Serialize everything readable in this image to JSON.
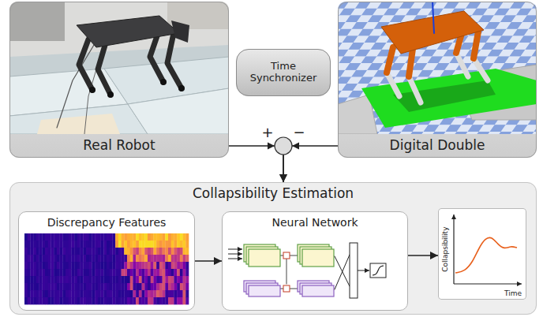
{
  "diagram": {
    "nodes": [
      {
        "text": [
          "Real Robot"
        ]
      },
      {
        "text": [
          "Time Synchronizer"
        ]
      },
      {
        "text": [
          "Digital Double"
        ]
      },
      {
        "text": [
          "Collapsibility Estimation"
        ]
      },
      {
        "text": [
          "Discrepancy Features"
        ],
        "in": 3
      },
      {
        "text": [
          "Neural Network"
        ],
        "in": 3
      },
      {
        "text": [
          "Collapsibility",
          "Time"
        ],
        "in": 3
      }
    ],
    "edges": [
      {
        "from": 0,
        "to": 3,
        "arrow": "to"
      },
      {
        "from": 2,
        "to": 3,
        "arrow": "to"
      },
      {
        "from": 4,
        "to": 5,
        "arrow": "to"
      },
      {
        "from": 5,
        "to": 6,
        "arrow": "to"
      }
    ],
    "labels": [
      "+",
      "−"
    ]
  }
}
